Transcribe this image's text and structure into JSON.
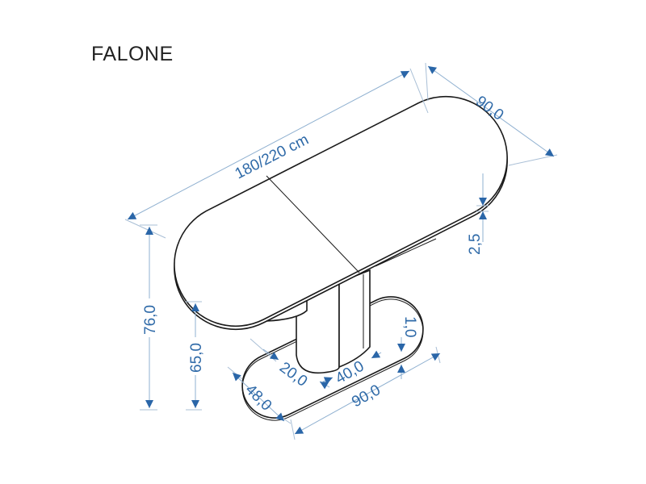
{
  "title": "FALONE",
  "dimensions": {
    "length": "180/220 cm",
    "width": "90,0",
    "top_thickness": "2,5",
    "height": "76,0",
    "underframe_height": "65,0",
    "base_thickness": "1,0",
    "column_depth": "20,0",
    "column_width": "40,0",
    "base_width": "48,0",
    "base_length": "90,0"
  },
  "colors": {
    "dimension": "#2f6aa8",
    "outline": "#1a1a1a"
  }
}
